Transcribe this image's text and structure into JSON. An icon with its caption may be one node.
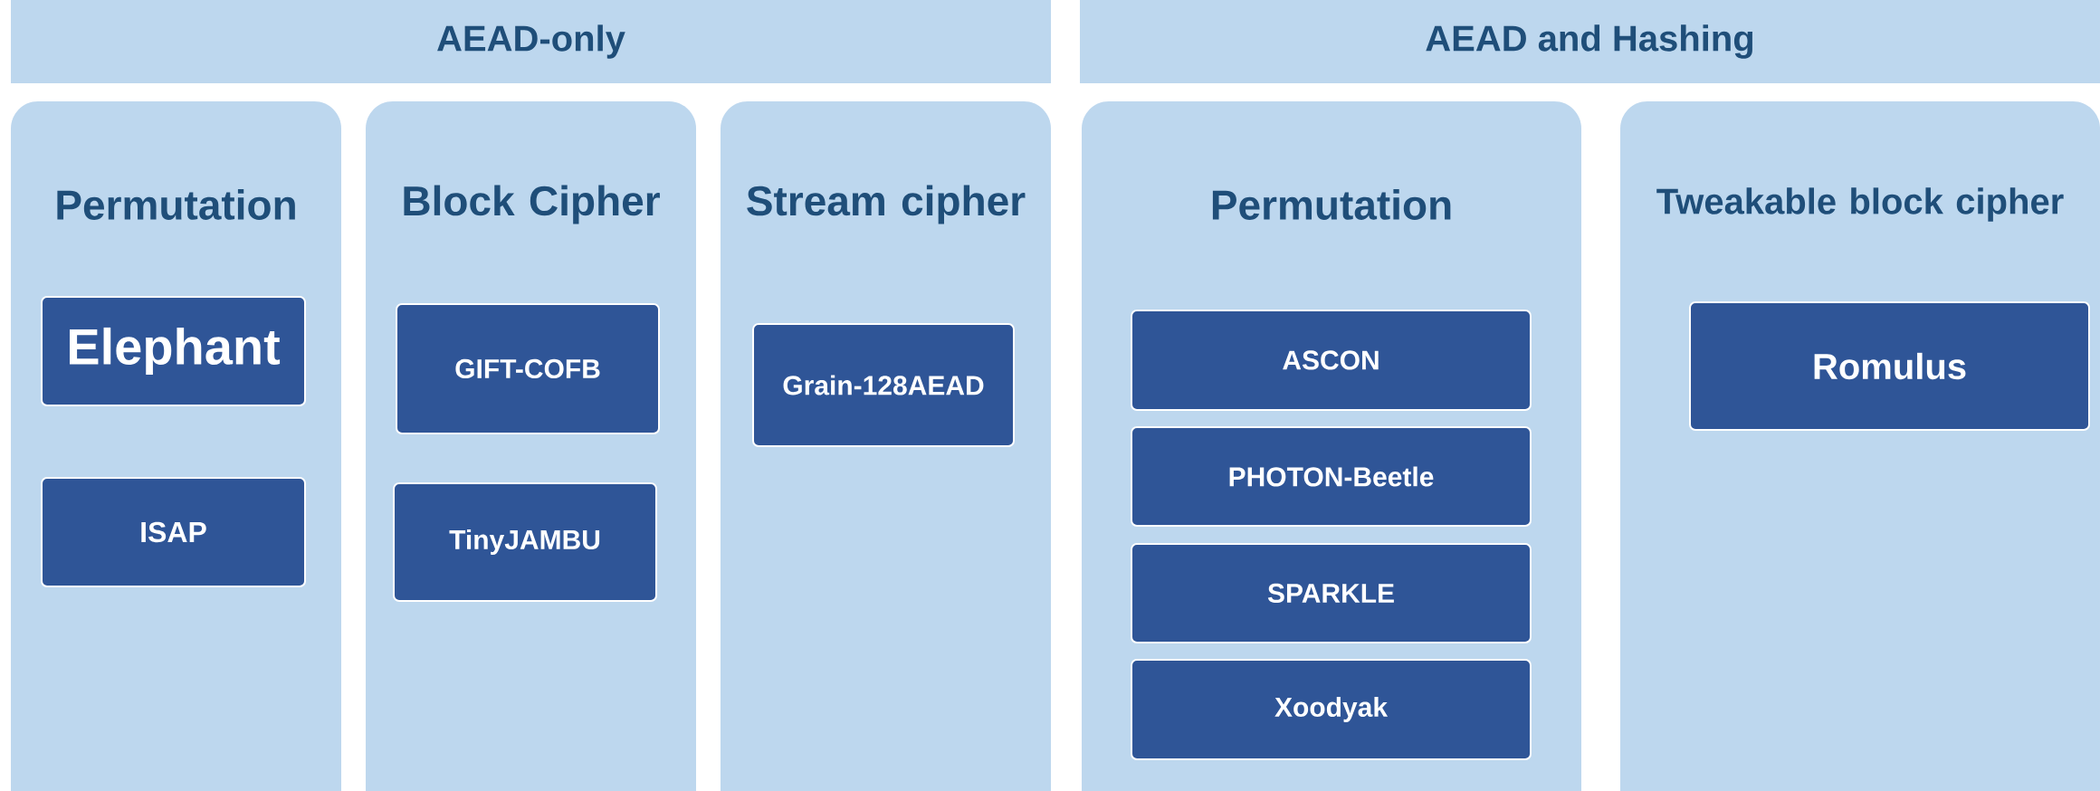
{
  "diagram": {
    "nodes": [
      {
        "text": [
          "AEAD-only"
        ]
      },
      {
        "text": [
          "Permutation"
        ]
      },
      {
        "text": [
          "Elephant"
        ],
        "in": 1
      },
      {
        "text": [
          "ISAP"
        ],
        "in": 1
      },
      {
        "text": [
          "Block Cipher"
        ]
      },
      {
        "text": [
          "GIFT-COFB"
        ],
        "in": 4
      },
      {
        "text": [
          "TinyJAMBU"
        ],
        "in": 4
      },
      {
        "text": [
          "Stream cipher"
        ]
      },
      {
        "text": [
          "Grain-128AEAD"
        ],
        "in": 7
      },
      {
        "text": [
          "AEAD and Hashing"
        ]
      },
      {
        "text": [
          "Permutation"
        ]
      },
      {
        "text": [
          "ASCON"
        ],
        "in": 10
      },
      {
        "text": [
          "PHOTON-Beetle"
        ],
        "in": 10
      },
      {
        "text": [
          "SPARKLE"
        ],
        "in": 10
      },
      {
        "text": [
          "Xoodyak"
        ],
        "in": 10
      },
      {
        "text": [
          "Tweakable block cipher"
        ]
      },
      {
        "text": [
          "Romulus"
        ],
        "in": 15
      }
    ]
  }
}
